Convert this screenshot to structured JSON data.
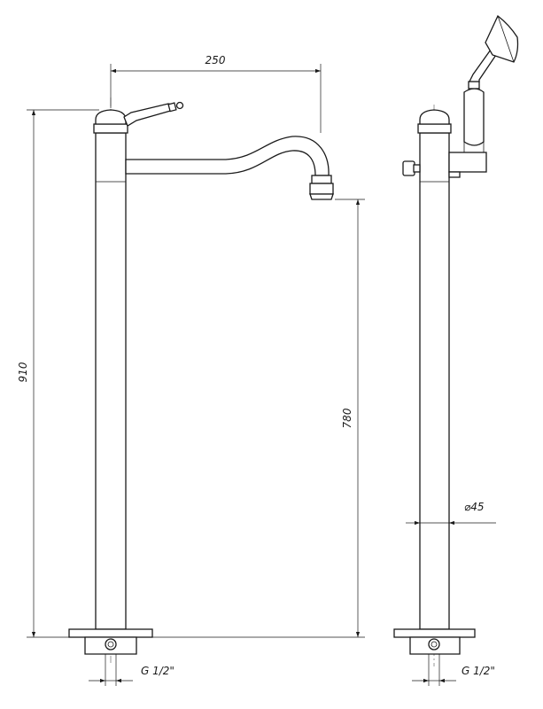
{
  "dimensions": {
    "spout_reach": "250",
    "total_height": "910",
    "spout_height": "780",
    "diameter": "⌀45",
    "thread_front": "G 1/2\"",
    "thread_side": "G 1/2\""
  }
}
